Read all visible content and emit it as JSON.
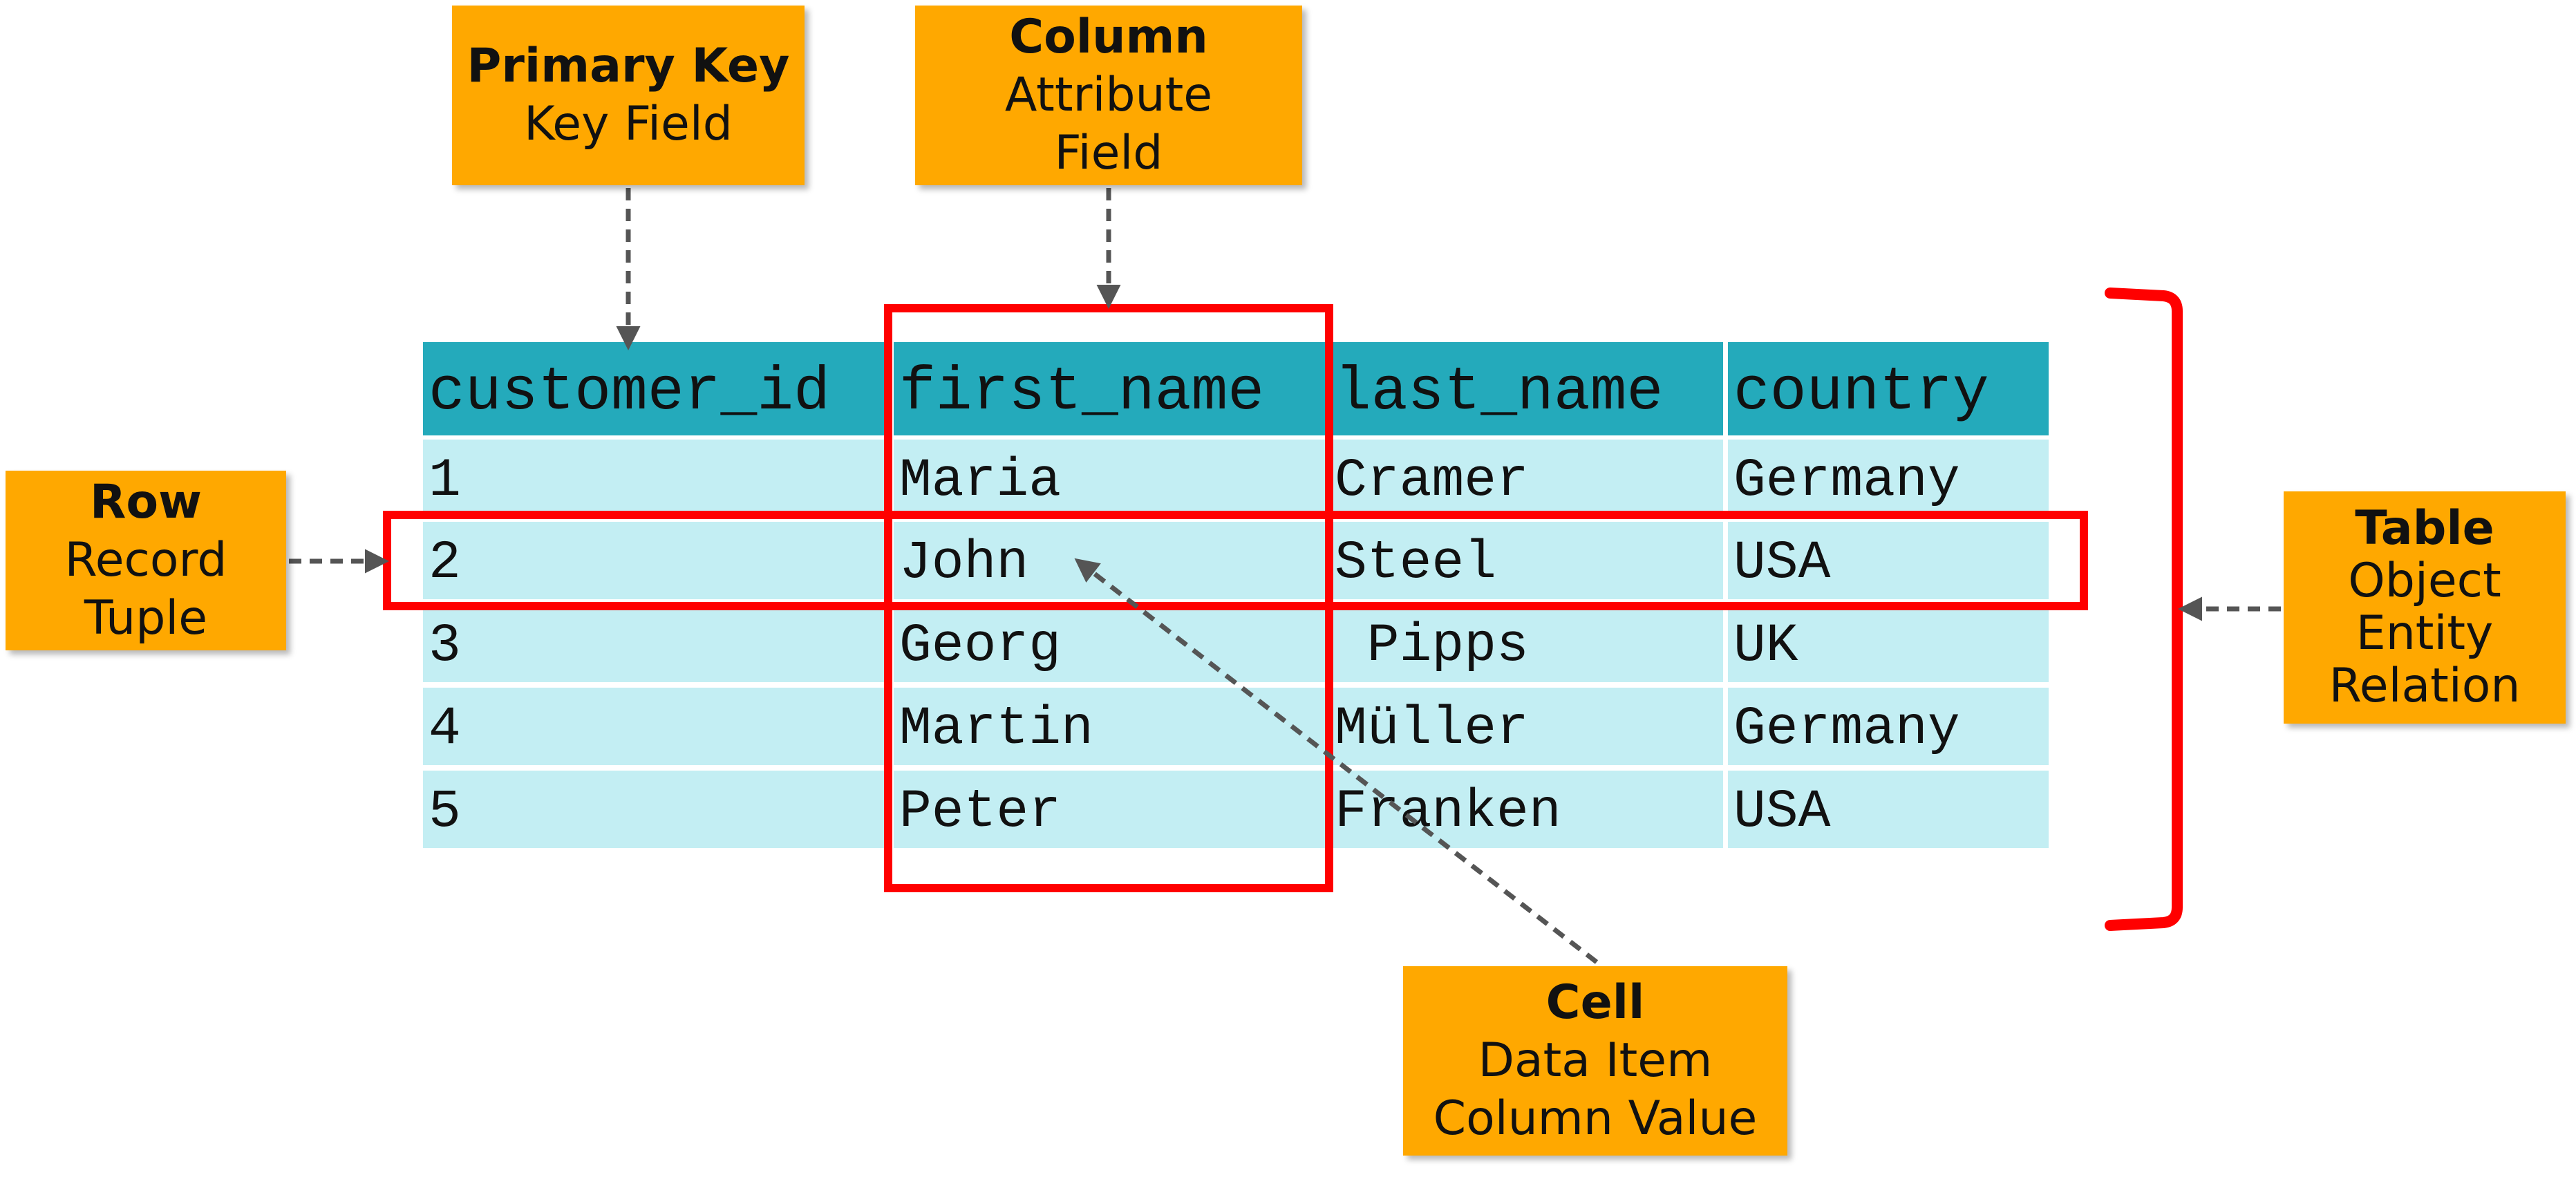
{
  "callouts": {
    "primary_key": {
      "title": "Primary Key",
      "lines": [
        "Key Field"
      ]
    },
    "column": {
      "title": "Column",
      "lines": [
        "Attribute",
        "Field"
      ]
    },
    "row": {
      "title": "Row",
      "lines": [
        "Record",
        "Tuple"
      ]
    },
    "table": {
      "title": "Table",
      "lines": [
        "Object",
        "Entity",
        "Relation"
      ]
    },
    "cell": {
      "title": "Cell",
      "lines": [
        "Data Item",
        "Column Value"
      ]
    }
  },
  "table": {
    "headers": [
      "customer_id",
      "first_name",
      "last_name",
      "country"
    ],
    "rows": [
      [
        "1",
        "Maria",
        "Cramer",
        "Germany"
      ],
      [
        "2",
        "John",
        "Steel",
        "USA"
      ],
      [
        "3",
        "Georg",
        " Pipps",
        "UK"
      ],
      [
        "4",
        "Martin",
        "Müller",
        "Germany"
      ],
      [
        "5",
        "Peter",
        "Franken",
        "USA"
      ]
    ]
  },
  "colors": {
    "header_fill": "#24AABB",
    "row_fill": "#C3EEF3",
    "callout_fill": "#FFA800",
    "highlight": "#FF0000",
    "arrow": "#555555"
  }
}
